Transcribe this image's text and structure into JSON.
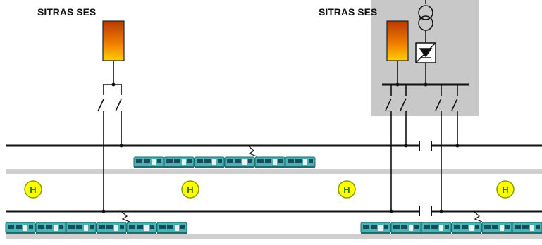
{
  "labels": {
    "storage_left": "SITRAS SES",
    "storage_right": "SITRAS SES"
  },
  "stops": [
    {
      "symbol": "H"
    },
    {
      "symbol": "H"
    },
    {
      "symbol": "H"
    },
    {
      "symbol": "H"
    }
  ],
  "colors": {
    "substation_bg": "#c8c8c8",
    "rail": "#111111",
    "platform": "#cfcfcf",
    "stop_fill": "#ffff00",
    "stop_border": "#7fa000",
    "stop_text": "#2e7d00",
    "storage_top": "#b83a00",
    "storage_bottom": "#ffd000",
    "tram": "#48b3b3"
  }
}
